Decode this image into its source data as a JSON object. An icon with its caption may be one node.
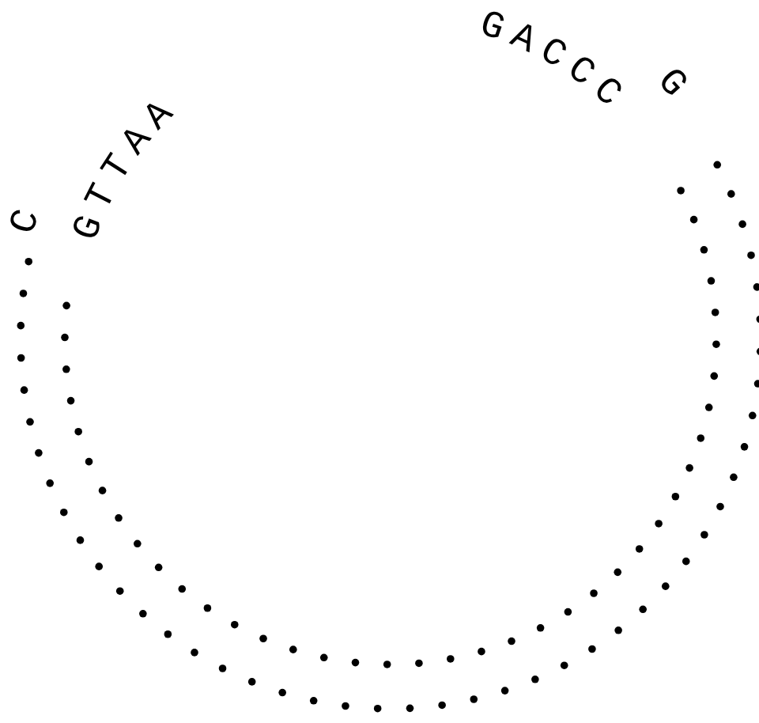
{
  "diagram": {
    "labels": [
      "C",
      "GTTAA",
      "GACCC",
      "G"
    ]
  }
}
